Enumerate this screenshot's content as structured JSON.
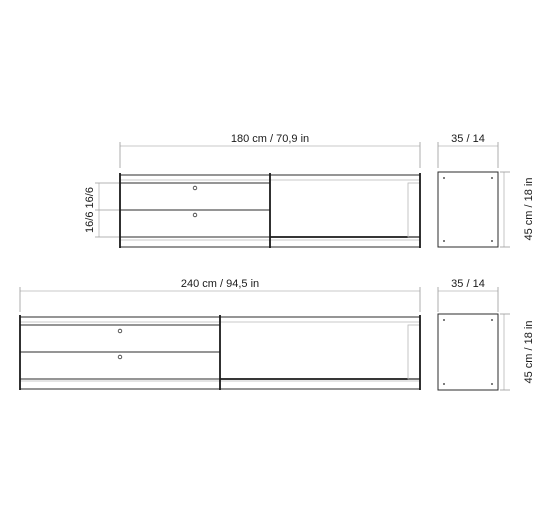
{
  "top_unit": {
    "width_label": "180 cm / 70,9 in",
    "depth_label": "35 / 14",
    "height_label": "45 cm / 18 in",
    "drawer_label": "16/6 16/6",
    "drawer_count": 2
  },
  "bottom_unit": {
    "width_label": "240 cm / 94,5 in",
    "depth_label": "35 / 14",
    "height_label": "45 cm / 18 in",
    "drawer_count": 2
  }
}
